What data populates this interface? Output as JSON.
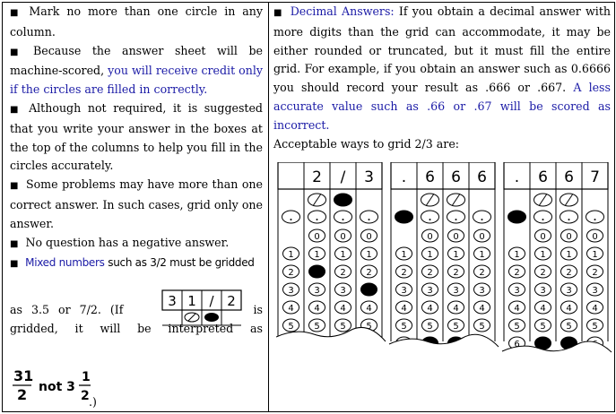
{
  "left": {
    "b1": "Mark no more than one circle in any column.",
    "b2_plain": "Because the answer sheet will be machine-scored,",
    "b2_blue": "you will receive credit only if the circles are filled in correctly.",
    "b3": "Although not required, it is suggested that you write your answer in the boxes at the top of the columns to help you fill in the circles accurately.",
    "b4": "Some problems may have more than one correct answer. In such cases, grid only one answer.",
    "b5": "No question has a negative answer.",
    "b6_blue": "Mixed numbers",
    "b6_plain": "such as 3/2 must be gridded",
    "b6_a": "as 3.5 or 7/2. (If",
    "b6_b": "is",
    "b6_c": "gridded, it will be interpreted as",
    "b6_end": ".)",
    "inline_grid_chars": [
      "3",
      "1",
      "/",
      "2"
    ],
    "frac_num": "31",
    "frac_den": "2",
    "frac_not": "not 3",
    "frac2_num": "1",
    "frac2_den": "2"
  },
  "right": {
    "blue_lead": "Decimal Answers:",
    "para": "If you obtain a decimal answer with more digits than the grid can accommodate, it may be either rounded or truncated, but it must fill the entire grid. For example, if you obtain an answer such as 0.6666 you should record your result as .666 or .667.",
    "blue_tail": "A less accurate value such as .66 or .67 will be scored as incorrect.",
    "acceptable": "Acceptable ways to grid 2/3 are:",
    "grids": [
      {
        "chars": [
          "",
          "2",
          "/",
          "3"
        ]
      },
      {
        "chars": [
          ".",
          "6",
          "6",
          "6"
        ]
      },
      {
        "chars": [
          ".",
          "6",
          "6",
          "7"
        ]
      }
    ]
  }
}
